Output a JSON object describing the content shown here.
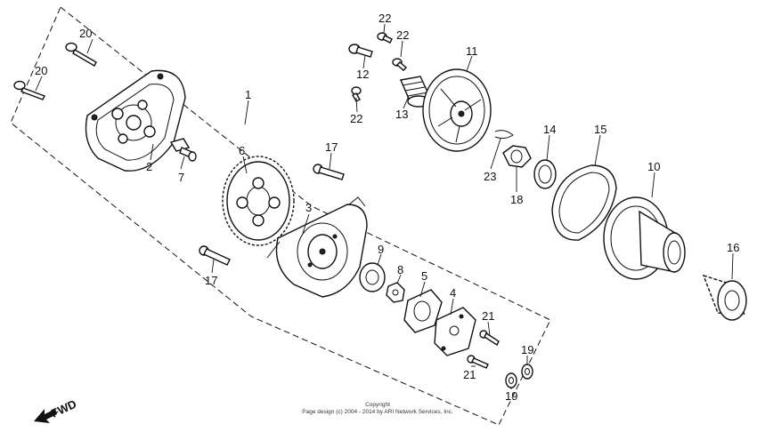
{
  "diagram": {
    "callouts": {
      "c1": "1",
      "c2": "2",
      "c3": "3",
      "c4": "4",
      "c5": "5",
      "c6": "6",
      "c7": "7",
      "c8": "8",
      "c9": "9",
      "c10": "10",
      "c11": "11",
      "c12": "12",
      "c13": "13",
      "c14": "14",
      "c15": "15",
      "c16": "16",
      "c17a": "17",
      "c17b": "17",
      "c18": "18",
      "c19a": "19",
      "c19b": "19",
      "c20a": "20",
      "c20b": "20",
      "c21a": "21",
      "c21b": "21",
      "c22a": "22",
      "c22b": "22",
      "c22c": "22",
      "c23": "23"
    },
    "direction_label": "FWD",
    "copyright_line1": "Copyright",
    "copyright_line2": "Page design (c) 2004 - 2014 by ARI Network Services, Inc."
  }
}
